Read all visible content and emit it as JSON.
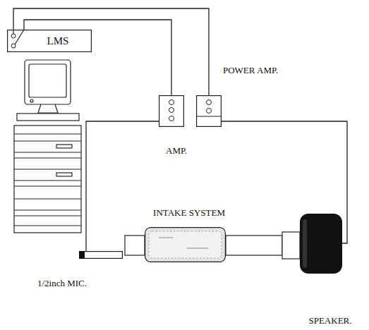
{
  "diagram": {
    "nodes": [
      {
        "text": [
          "LMS"
        ]
      },
      {
        "text": [
          "POWER AMP."
        ]
      },
      {
        "text": [
          "AMP."
        ]
      },
      {
        "text": [
          "INTAKE SYSTEM"
        ]
      },
      {
        "text": [
          "1/2inch MIC."
        ]
      },
      {
        "text": [
          "SPEAKER."
        ]
      }
    ],
    "edges": [
      {
        "from": 0,
        "to": 1,
        "arrow": "none"
      },
      {
        "from": 0,
        "to": 2,
        "arrow": "none"
      },
      {
        "from": 2,
        "to": 4,
        "arrow": "none"
      },
      {
        "from": 1,
        "to": 5,
        "arrow": "none"
      }
    ]
  }
}
